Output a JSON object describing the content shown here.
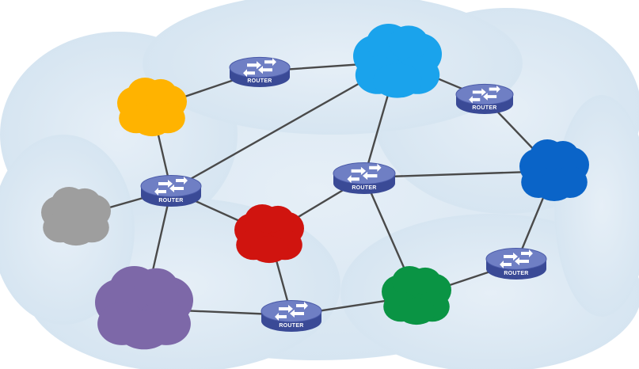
{
  "diagram": {
    "router_label": "ROUTER",
    "colors": {
      "backdrop": "#d9e7f2",
      "link": "#4a4a4a",
      "router_top": "#6f7fc4",
      "router_side": "#3a4a96"
    },
    "routers": [
      {
        "id": "r-top"
      },
      {
        "id": "r-left"
      },
      {
        "id": "r-center"
      },
      {
        "id": "r-right-top"
      },
      {
        "id": "r-right-bottom"
      },
      {
        "id": "r-bottom"
      }
    ],
    "clouds": [
      {
        "id": "cloud-yellow",
        "color": "#ffb300"
      },
      {
        "id": "cloud-gray",
        "color": "#9e9e9e"
      },
      {
        "id": "cloud-purple",
        "color": "#7d68a8"
      },
      {
        "id": "cloud-red",
        "color": "#d0140f"
      },
      {
        "id": "cloud-light-blue",
        "color": "#1aa3ec"
      },
      {
        "id": "cloud-dark-blue",
        "color": "#0a64c8"
      },
      {
        "id": "cloud-green",
        "color": "#0a9444"
      }
    ],
    "links": [
      [
        "cloud-yellow",
        "r-top"
      ],
      [
        "r-top",
        "cloud-light-blue"
      ],
      [
        "cloud-yellow",
        "r-left"
      ],
      [
        "cloud-gray",
        "r-left"
      ],
      [
        "r-left",
        "cloud-purple"
      ],
      [
        "r-left",
        "cloud-light-blue"
      ],
      [
        "r-left",
        "cloud-red"
      ],
      [
        "cloud-red",
        "r-center"
      ],
      [
        "cloud-red",
        "r-bottom"
      ],
      [
        "cloud-purple",
        "r-bottom"
      ],
      [
        "r-bottom",
        "cloud-green"
      ],
      [
        "r-center",
        "cloud-light-blue"
      ],
      [
        "r-center",
        "cloud-dark-blue"
      ],
      [
        "r-center",
        "cloud-green"
      ],
      [
        "cloud-light-blue",
        "r-right-top"
      ],
      [
        "r-right-top",
        "cloud-dark-blue"
      ],
      [
        "cloud-dark-blue",
        "r-right-bottom"
      ],
      [
        "r-right-bottom",
        "cloud-green"
      ]
    ]
  }
}
